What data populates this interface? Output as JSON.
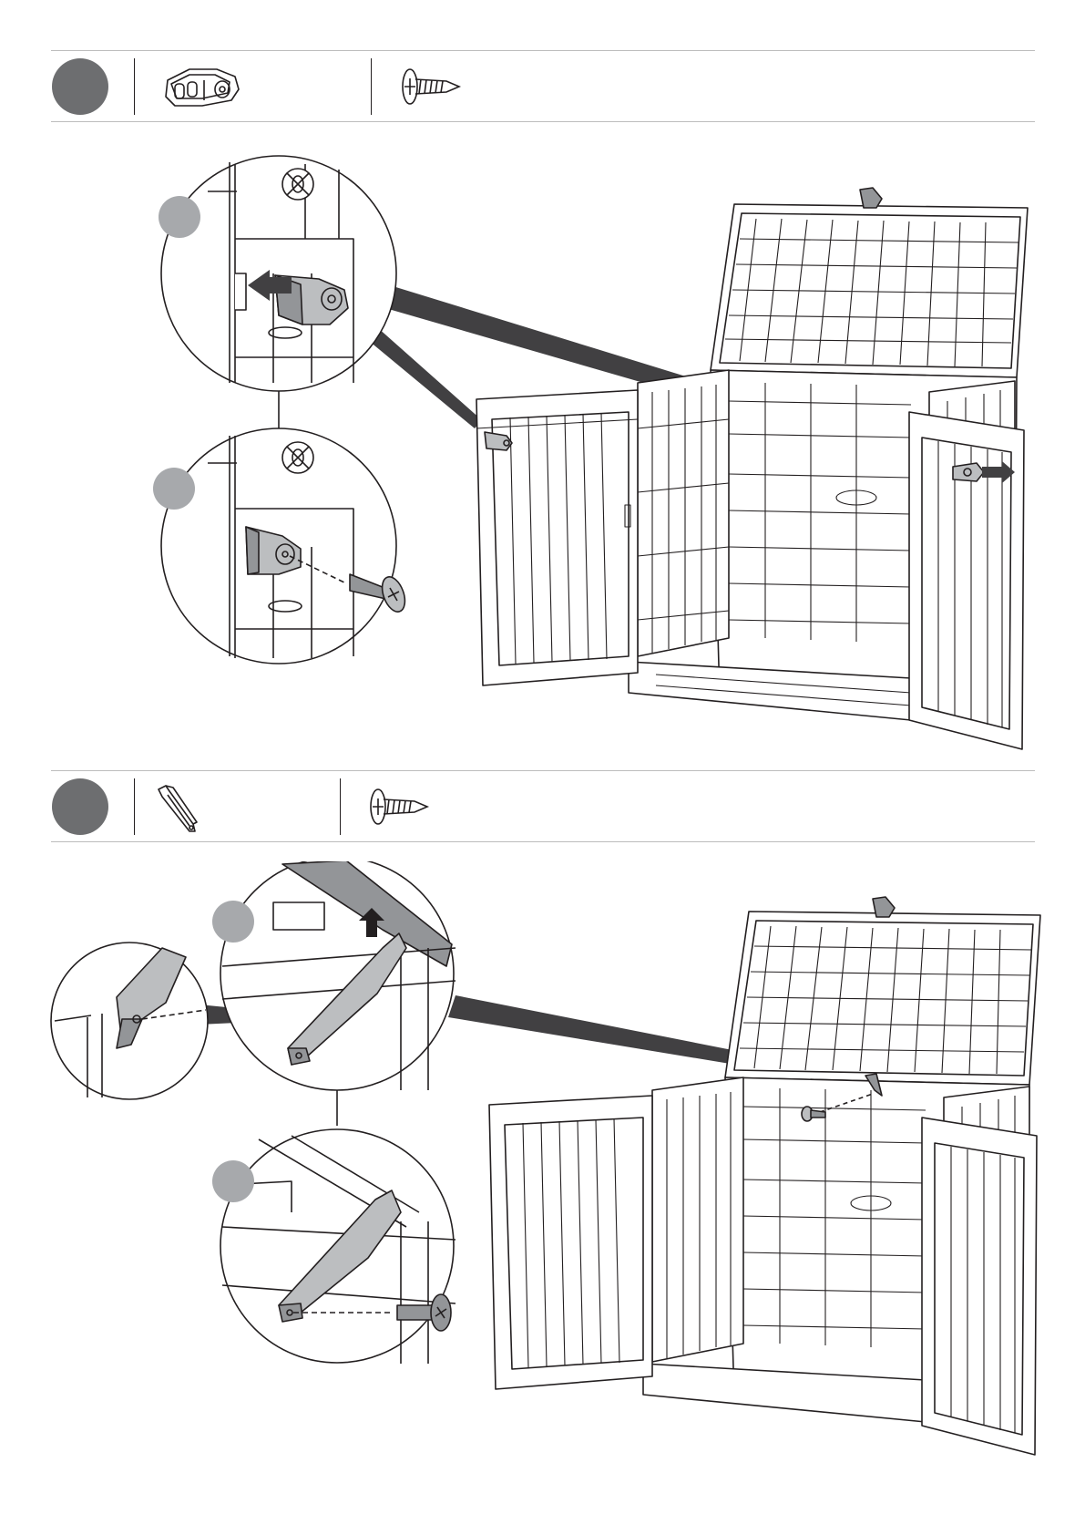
{
  "document": {
    "type": "assembly-instructions-page",
    "text_content": []
  },
  "colors": {
    "step_badge": "#6d6e70",
    "sub_badge": "#a7a9ac",
    "line_art": "#231f20",
    "part_fill": "#bcbec0",
    "part_fill_dark": "#939598",
    "divider": "#bdbdbd",
    "pointer": "#414042"
  },
  "steps": [
    {
      "id": "step-1",
      "parts": [
        {
          "icon": "door-latch-bracket-icon"
        },
        {
          "icon": "phillips-screw-icon"
        }
      ],
      "detail_views": [
        {
          "id": "detail-1a",
          "symbol": "no-screw-symbol",
          "action": "insert-latch-bracket"
        },
        {
          "id": "detail-1b",
          "symbol": "no-screw-symbol",
          "action": "screw-latch-bracket"
        }
      ]
    },
    {
      "id": "step-2",
      "parts": [
        {
          "icon": "lid-strut-bracket-icon"
        },
        {
          "icon": "phillips-screw-icon"
        }
      ],
      "detail_views": [
        {
          "id": "detail-2-side",
          "action": "strut-side-view"
        },
        {
          "id": "detail-2a",
          "action": "lift-strut-into-place"
        },
        {
          "id": "detail-2b",
          "action": "screw-strut-bracket"
        }
      ]
    }
  ]
}
